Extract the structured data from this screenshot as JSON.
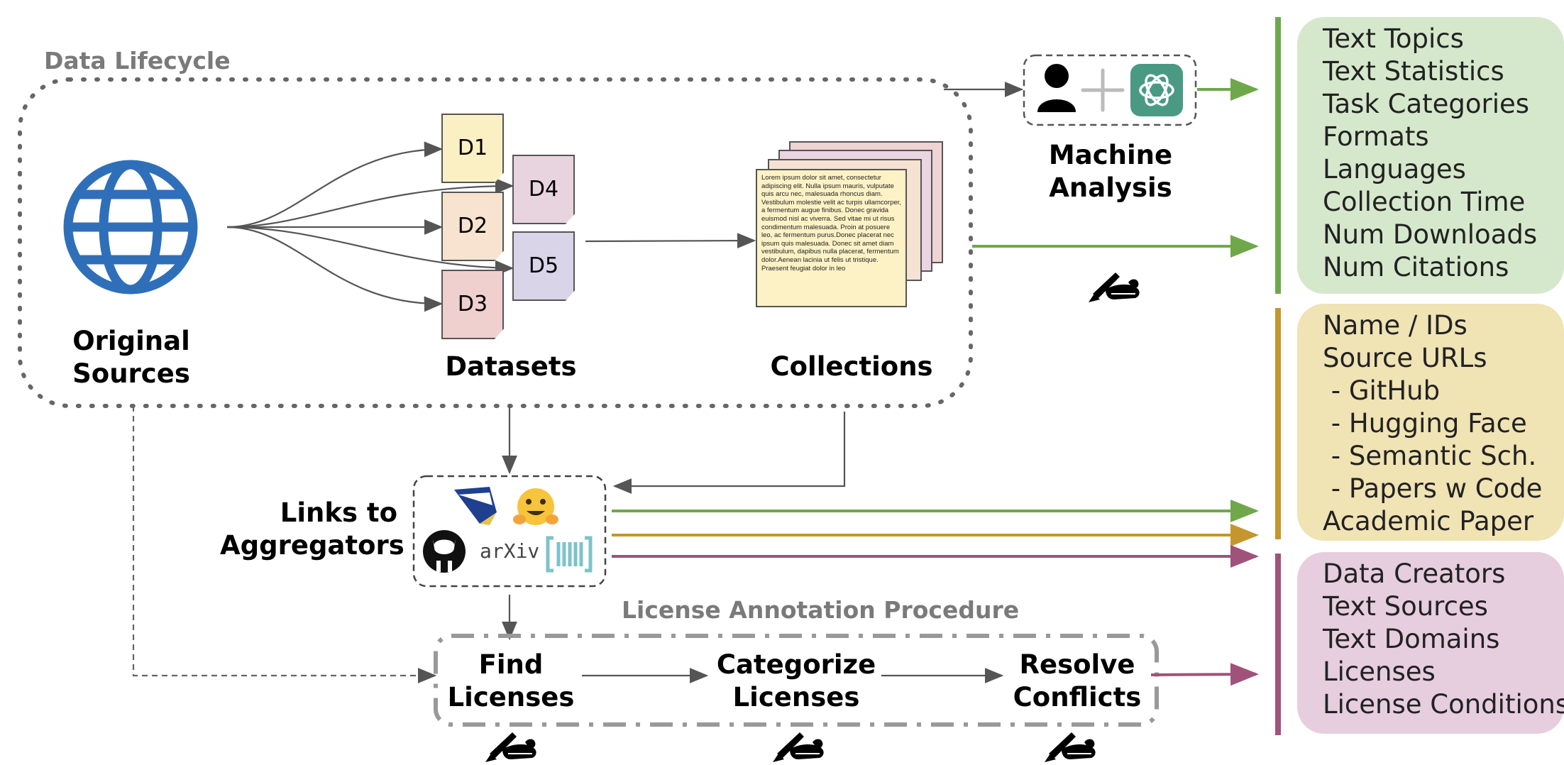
{
  "lifecycle": {
    "title": "Data Lifecycle",
    "original_sources": "Original\nSources",
    "datasets": "Datasets",
    "collections": "Collections",
    "docs": [
      "D1",
      "D2",
      "D3",
      "D4",
      "D5"
    ],
    "lorem_text": "Lorem ipsum dolor sit amet, consectetur adipiscing elit. Nulla ipsum mauris, vulputate quis arcu nec, malesuada rhoncus diam. Vestibulum molestie velit ac turpis ullamcorper, a fermentum augue finibus. Donec gravida euismod nisl ac viverra. Sed vitae mi ut risus condimentum malesuada. Proin at posuere leo, ac fermentum purus.Donec placerat nec ipsum quis malesuada. Donec sit amet diam vestibulum, dapibus nulla placerat, fermentum dolor.Aenean lacinia ut felis ut tristique. Praesent feugiat dolor in leo"
  },
  "machine_analysis": {
    "label": "Machine\nAnalysis"
  },
  "aggregators": {
    "label": "Links to\nAggregators",
    "arxiv": "arXiv"
  },
  "license_procedure": {
    "title": "License Annotation Procedure",
    "steps": [
      "Find\nLicenses",
      "Categorize\nLicenses",
      "Resolve\nConflicts"
    ]
  },
  "panels": {
    "green": {
      "color": "#d6e8cc",
      "bar_color": "#6fa84a",
      "items": [
        "Text Topics",
        "Text Statistics",
        "Task Categories",
        "Formats",
        "Languages",
        "Collection Time",
        "Num Downloads",
        "Num Citations"
      ]
    },
    "yellow": {
      "color": "#f0e3b4",
      "bar_color": "#c4962d",
      "items": [
        "Name / IDs",
        "Source URLs",
        " - GitHub",
        " - Hugging Face",
        " - Semantic Sch.",
        " - Papers w Code",
        "Academic Paper"
      ]
    },
    "purple": {
      "color": "#e6cede",
      "bar_color": "#a0527a",
      "items": [
        "Data Creators",
        "Text Sources",
        "Text Domains",
        "Licenses",
        "License Conditions"
      ]
    }
  },
  "colors": {
    "globe": "#2f6fba",
    "openai": "#4a9a83",
    "arrow_gray": "#555555",
    "hf_yellow": "#f7c43b",
    "bracket_teal": "#7dc3c9"
  },
  "icons": [
    "globe-icon",
    "person-icon",
    "plus-icon",
    "openai-icon",
    "writing-hand-icon",
    "semantic-scholar-icon",
    "hugging-face-icon",
    "github-icon",
    "papers-with-code-icon"
  ]
}
